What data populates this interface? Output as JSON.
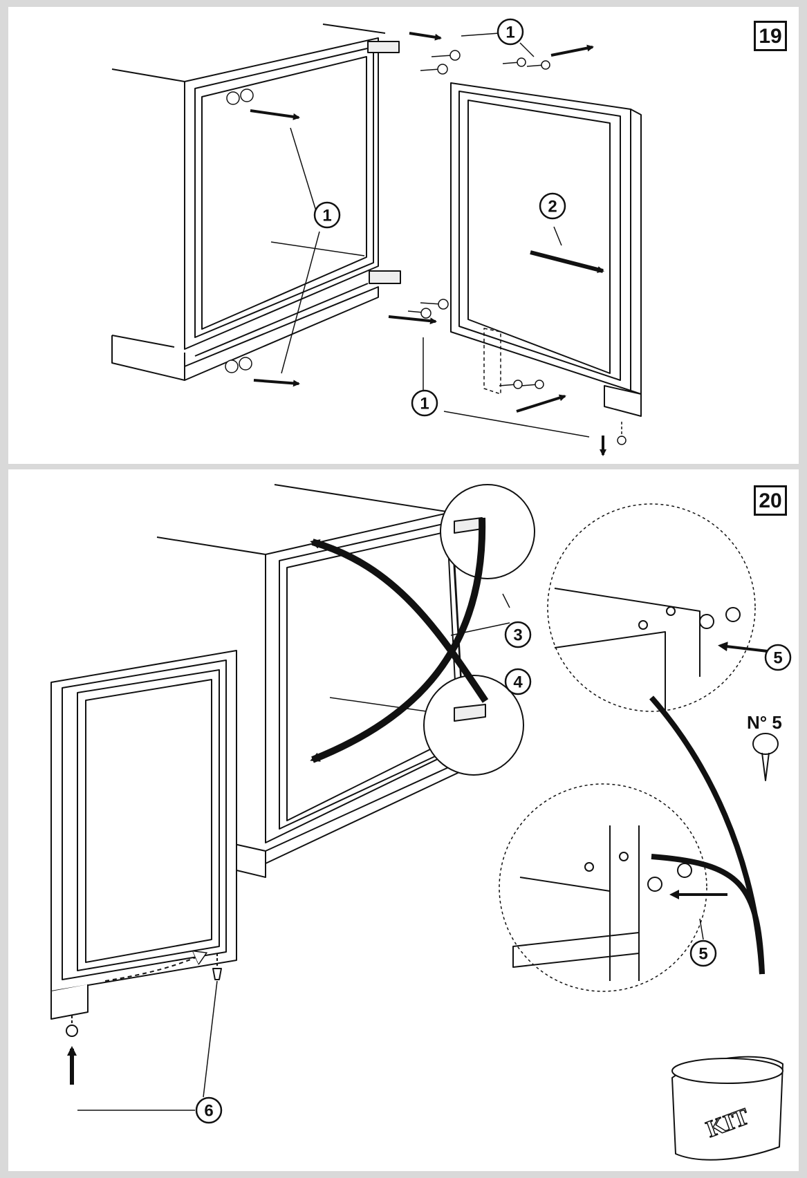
{
  "figures": [
    {
      "number": "19"
    },
    {
      "number": "20"
    }
  ],
  "figure19": {
    "callouts": {
      "top": "1",
      "left": "1",
      "door": "2",
      "bottom": "1"
    }
  },
  "figure20": {
    "callouts": {
      "arc_top": "3",
      "arc_bottom": "4",
      "plug_top": "5",
      "plug_bottom": "5",
      "foot": "6"
    },
    "part_label": "N° 5",
    "bag_label": "KIT"
  }
}
